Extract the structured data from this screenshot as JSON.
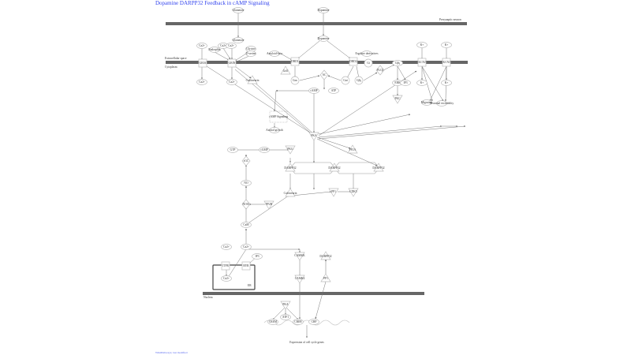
{
  "title": "Dopamine DARPP32 Feedback in cAMP Signaling",
  "footer": "WikiPathways; last modified",
  "compartments": {
    "presynaptic": "Presynaptic neuron",
    "extracellular": "Extracellular space",
    "cytoplasm": "Cytoplasm",
    "nucleus": "Nucleus",
    "er": "ER"
  },
  "nodes": {
    "glu_pre": "Glutamate",
    "glu_post": "Glutamate",
    "da_pre": "Dopamine",
    "da_post": "Dopamine",
    "ca_a": "Ca2+",
    "ampar": "GRIA",
    "ca_a2": "Ca2+",
    "ca_b": "Ca2+",
    "ca_c": "Ca2+",
    "enk": "Endorphin",
    "gly": "Glycine",
    "dser": "D-serine",
    "nmdar": "GRIN",
    "ca_b2": "Ca2+",
    "calc": "Calcineurin",
    "amyl": "Amyloid-beta",
    "d1r": "DRD1",
    "golf": "Golf",
    "gas": "Gαs",
    "d2r": "DRD2",
    "ergo": "Ergoline derivatives",
    "gi": "Gi",
    "gai": "Gαi",
    "gbg": "Gβγ",
    "ac": "AC",
    "plc": "PLCβ",
    "gbg2": "Gβγ",
    "erk": "ERK",
    "ip3b": "IP3",
    "pkc": "PKC",
    "k1": "K+",
    "kir1": "KCNJ",
    "k1b": "K+",
    "k2": "K+",
    "kir2": "KCNJ",
    "k2b": "K+",
    "migr": "Migration",
    "nexc": "Neuronal excitability",
    "camp": "cAMP",
    "atp": "ATP",
    "campsig": "cAMP Signaling",
    "axon": "Axonal growth",
    "pka": "PKA",
    "pp2a_t": "PP2A",
    "darpp1": "DARPP32",
    "darpp2": "DARPP32",
    "darpp3": "DARPP32",
    "gtp": "GTP",
    "cgmp": "cGMP",
    "pkg": "PKG",
    "sgc": "sGC",
    "no": "NO",
    "calcn": "Calcineurin",
    "pp1": "PP1",
    "cdk5": "CDK5",
    "nos1": "NOS1",
    "pp2b": "PP2B",
    "cam": "CaM",
    "ca_er1": "Ca2+",
    "ca_er0": "Ca2+",
    "ip3r": "ITPR",
    "ryr": "RYR",
    "ip3": "IP3",
    "ca_er2": "Ca2+",
    "camkk": "CAMKK",
    "camk4": "CAMK4",
    "darpp4": "DARPP32",
    "pp1b": "PP1",
    "pka_n": "PKA",
    "atf1": "ATF1",
    "crem": "CREM",
    "creb": "CREB",
    "cbp": "CBP",
    "expr": "Expression of cell cycle genes"
  },
  "colors": {
    "membrane": "#666666",
    "node": "#bbbbbb",
    "edge": "#777777",
    "title": "#3344ee"
  }
}
